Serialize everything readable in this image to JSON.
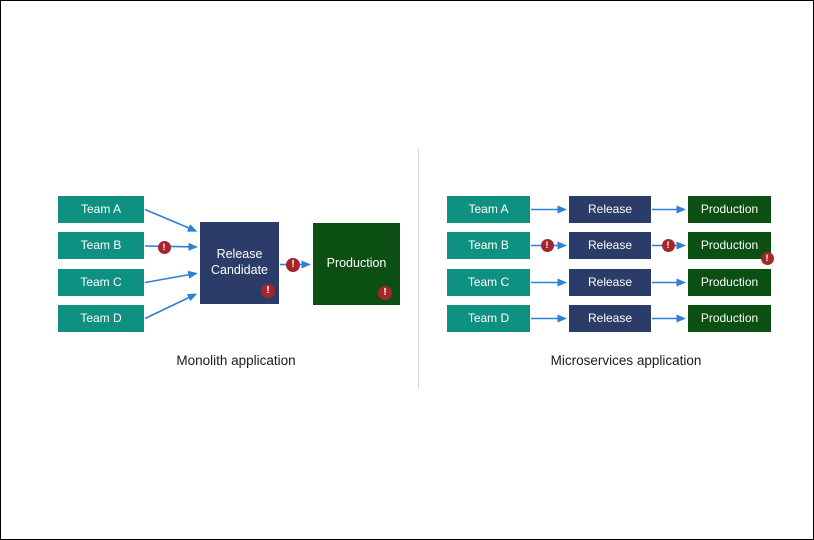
{
  "diagram": {
    "badge": {
      "glyph": "!"
    },
    "colors": {
      "team_fill": "#0e9180",
      "release_fill": "#2c3c69",
      "production_fill": "#0c4f13",
      "badge_fill": "#a4262c",
      "arrow": "#2e7fd6",
      "divider": "#d9d9d9",
      "caption_text": "#1b1a19"
    },
    "monolith": {
      "caption": "Monolith application",
      "teams": [
        "Team A",
        "Team B",
        "Team C",
        "Team D"
      ],
      "release_candidate_label": "Release Candidate",
      "production_label": "Production"
    },
    "microservices": {
      "caption": "Microservices application",
      "rows": [
        {
          "team": "Team A",
          "release": "Release",
          "production": "Production",
          "has_issue": false
        },
        {
          "team": "Team B",
          "release": "Release",
          "production": "Production",
          "has_issue": true
        },
        {
          "team": "Team C",
          "release": "Release",
          "production": "Production",
          "has_issue": false
        },
        {
          "team": "Team D",
          "release": "Release",
          "production": "Production",
          "has_issue": false
        }
      ]
    }
  }
}
